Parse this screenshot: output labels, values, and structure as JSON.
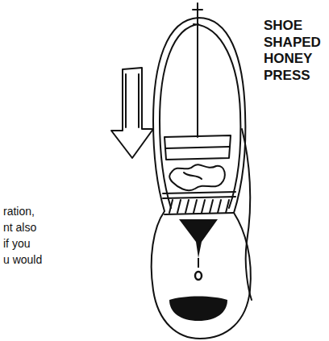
{
  "diagram": {
    "labels": [
      "SHOE SHAPED HONEY PRESS",
      "ration,",
      "nt also",
      "if you",
      "u would"
    ]
  }
}
